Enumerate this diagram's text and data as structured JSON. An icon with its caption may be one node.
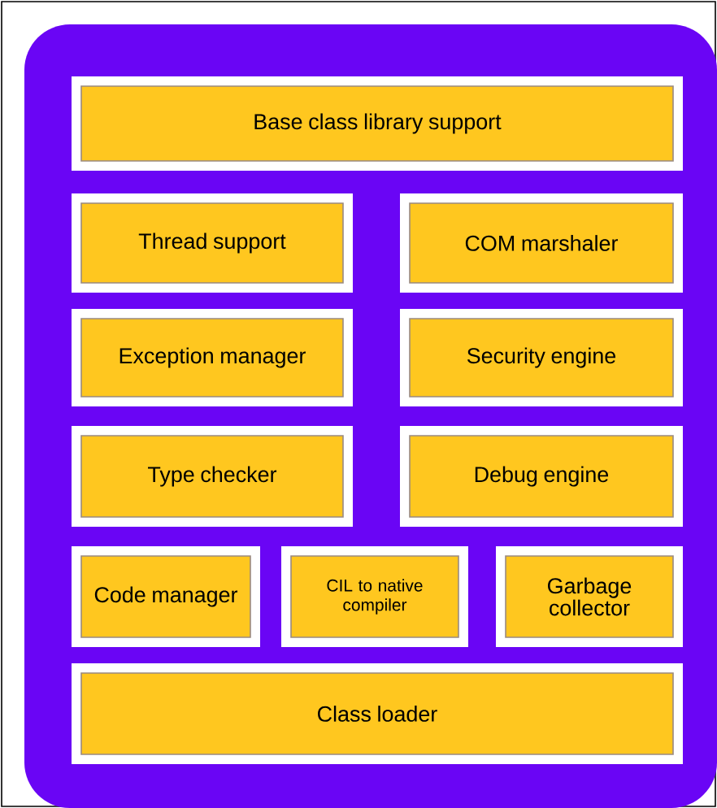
{
  "diagram": {
    "nodes": [
      {
        "text": [
          "Base class library support"
        ]
      },
      {
        "text": [
          "Thread support"
        ]
      },
      {
        "text": [
          "COM marshaler"
        ]
      },
      {
        "text": [
          "Exception manager"
        ]
      },
      {
        "text": [
          "Security engine"
        ]
      },
      {
        "text": [
          "Type checker"
        ]
      },
      {
        "text": [
          "Debug engine"
        ]
      },
      {
        "text": [
          "Code manager"
        ]
      },
      {
        "text": [
          "CIL to native compiler"
        ]
      },
      {
        "text": [
          "Garbage collector"
        ]
      },
      {
        "text": [
          "Class loader"
        ]
      }
    ]
  }
}
